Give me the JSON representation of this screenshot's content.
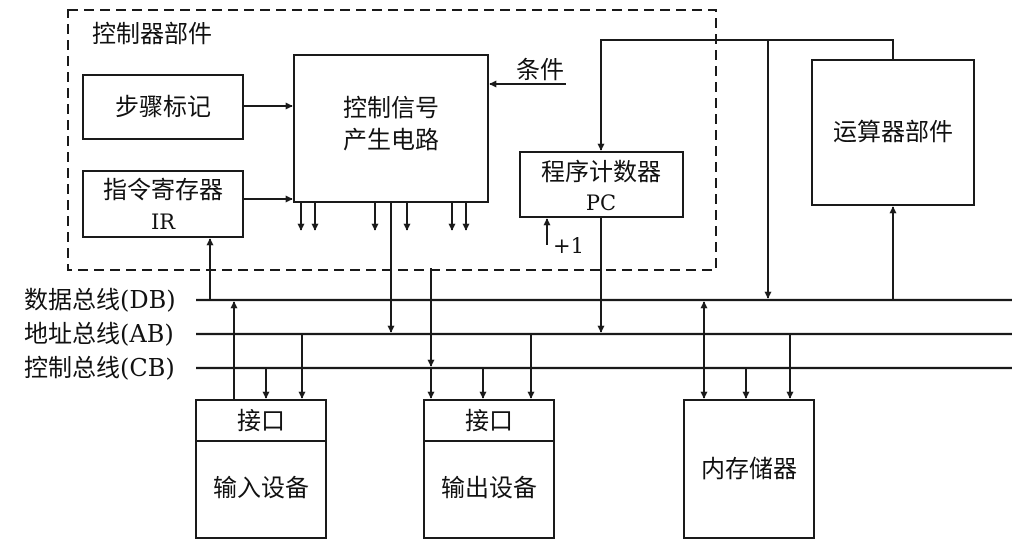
{
  "controller": {
    "title": "控制器部件",
    "step_marker": "步骤标记",
    "ir_line1": "指令寄存器",
    "ir_line2": "IR",
    "signal_gen_line1": "控制信号",
    "signal_gen_line2": "产生电路",
    "condition": "条件",
    "pc_line1": "程序计数器",
    "pc_line2": "PC",
    "plus_one": "+1"
  },
  "alu": {
    "label": "运算器部件"
  },
  "buses": {
    "data": "数据总线(DB)",
    "address": "地址总线(AB)",
    "control": "控制总线(CB)"
  },
  "devices": {
    "input_interface": "接口",
    "input_device": "输入设备",
    "output_interface": "接口",
    "output_device": "输出设备",
    "memory": "内存储器"
  },
  "colors": {
    "ink": "#1a1a1a",
    "background": "#ffffff"
  }
}
